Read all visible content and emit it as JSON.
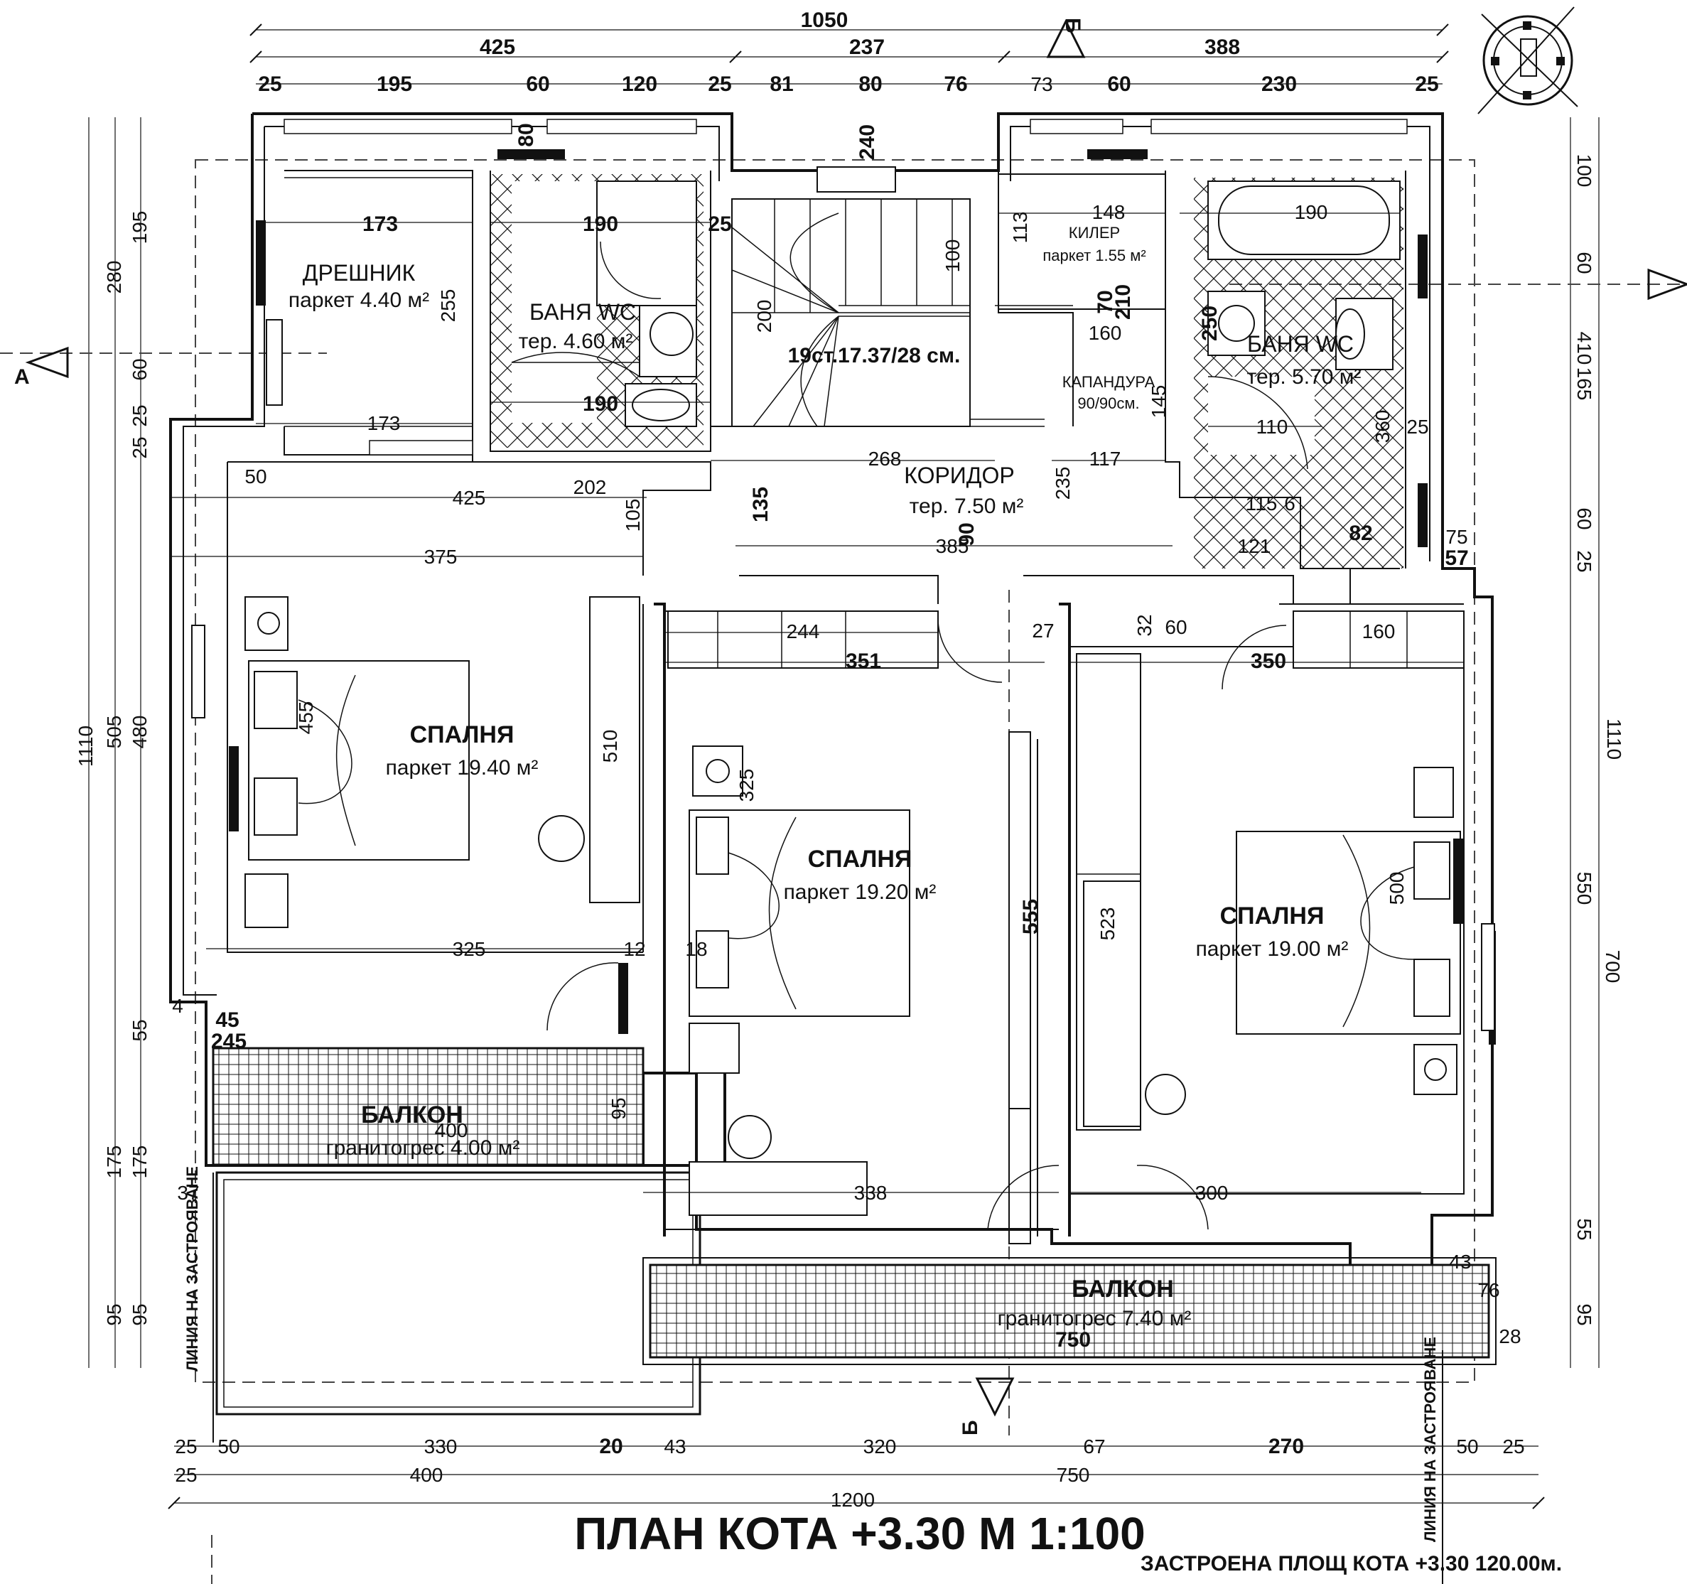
{
  "title": "ПЛАН  КОТА  +3.30     М 1:100",
  "built_area": "ЗАСТРОЕНА ПЛОЩ  КОТА  +3.30   120.00м.",
  "rooms": {
    "closet": {
      "name": "ДРЕШНИК",
      "area": "паркет  4.40 м²"
    },
    "bath1": {
      "name": "БАНЯ WC",
      "area": "тер. 4.60 м²"
    },
    "stairs": {
      "label": "19ст.17.37/28 см."
    },
    "cellar": {
      "name": "КИЛЕР",
      "area": "паркет  1.55 м²"
    },
    "bath2": {
      "name": "БАНЯ WC",
      "area": "тер. 5.70 м²"
    },
    "hood": {
      "name": "КАПАНДУРА",
      "size": "90/90см."
    },
    "corridor": {
      "name": "КОРИДОР",
      "area": "тер. 7.50 м²"
    },
    "bed1": {
      "name": "СПАЛНЯ",
      "area": "паркет  19.40 м²"
    },
    "bed2": {
      "name": "СПАЛНЯ",
      "area": "паркет  19.20 м²"
    },
    "bed3": {
      "name": "СПАЛНЯ",
      "area": "паркет  19.00 м²"
    },
    "balcony1": {
      "name": "БАЛКОН",
      "area": "гранитогрес  4.00 м²"
    },
    "balcony2": {
      "name": "БАЛКОН",
      "area": "гранитогрес  7.40 м²"
    }
  },
  "build_line": "ЛИНИЯ НА ЗАСТРОЯВАНЕ",
  "section_a": "А",
  "section_b": "Б",
  "dims": {
    "top_total": "1050",
    "top_row2": [
      "425",
      "237",
      "388"
    ],
    "top_row3": [
      "25",
      "195",
      "60",
      "120",
      "25",
      "81",
      "80",
      "76",
      "73",
      "60",
      "230",
      "25"
    ],
    "bottom_row1": [
      "25",
      "50",
      "330",
      "20",
      "43",
      "320",
      "67",
      "270",
      "50",
      "25"
    ],
    "bottom_row2": [
      "25",
      "400",
      "750"
    ],
    "bottom_total": "1200",
    "left_outer": "1110",
    "left_col2": [
      "280",
      "505",
      "175",
      "95"
    ],
    "left_col3": [
      "195",
      "60",
      "25",
      "25",
      "480",
      "55",
      "175",
      "95"
    ],
    "right_outer": "1110",
    "right_col2": [
      "410",
      "550",
      "700",
      "55",
      "95"
    ],
    "right_col3": [
      "100",
      "60",
      "165",
      "60",
      "25"
    ],
    "interior": [
      "173",
      "255",
      "173",
      "190",
      "190",
      "25",
      "200",
      "100",
      "148",
      "113",
      "190",
      "250",
      "160",
      "145",
      "110",
      "360",
      "25",
      "268",
      "117",
      "235",
      "202",
      "425",
      "135",
      "105",
      "375",
      "385",
      "121",
      "115",
      "82",
      "57",
      "75",
      "244",
      "351",
      "350",
      "160",
      "455",
      "510",
      "325",
      "555",
      "523",
      "500",
      "325",
      "338",
      "300",
      "750",
      "400",
      "95",
      "50",
      "12",
      "18",
      "27",
      "60",
      "32",
      "45",
      "245",
      "37",
      "4",
      "28",
      "43",
      "76",
      "80",
      "90",
      "70",
      "210",
      "240",
      "6"
    ]
  }
}
